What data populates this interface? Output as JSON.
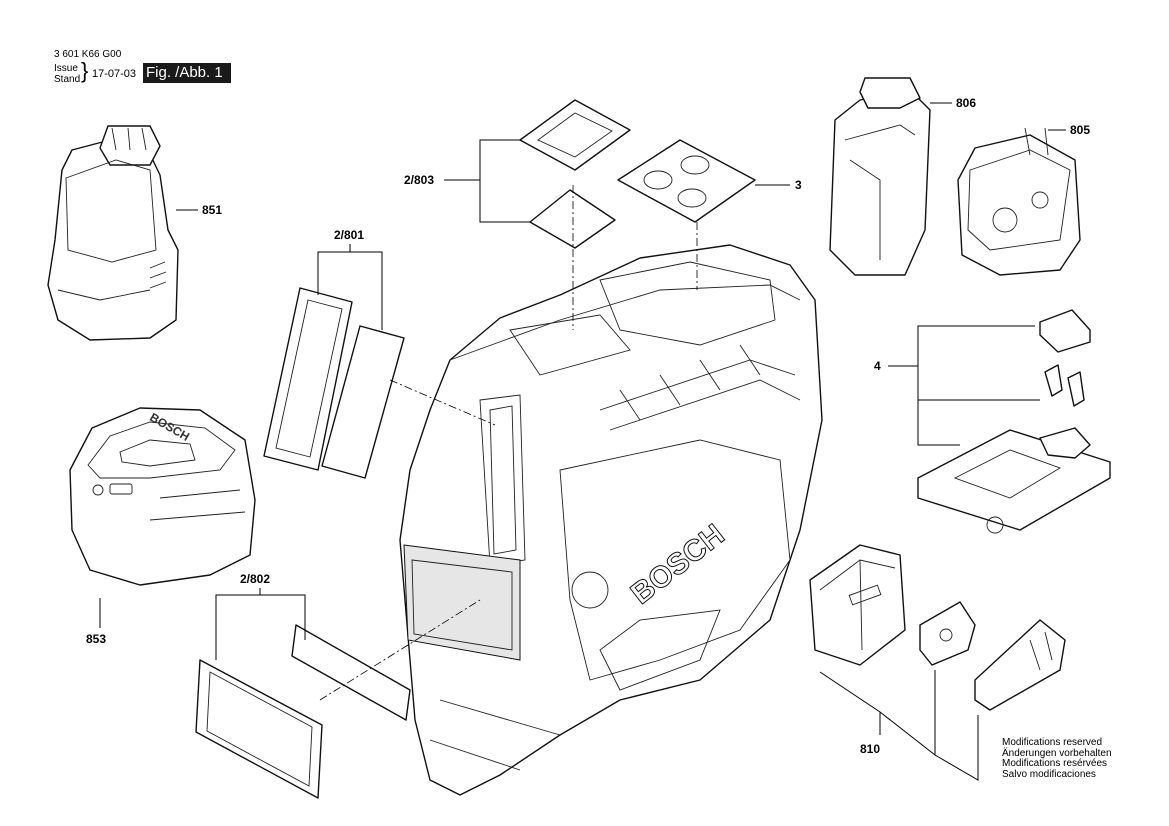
{
  "header": {
    "doc_code": "3 601 K66 G00",
    "issue_label": "Issue",
    "stand_label": "Stand",
    "date": "17-07-03",
    "figure": "Fig. /Abb. 1"
  },
  "callouts": {
    "c851": "851",
    "c853": "853",
    "c2801": "2/801",
    "c2802": "2/802",
    "c2803": "2/803",
    "c3": "3",
    "c806": "806",
    "c805": "805",
    "c4": "4",
    "c810": "810"
  },
  "brand": {
    "logo_text": "BOSCH"
  },
  "notice": {
    "line1": "Modifications reserved",
    "line2": "Änderungen vorbehalten",
    "line3": "Modifications resérvées",
    "line4": "Salvo modificaciones"
  }
}
